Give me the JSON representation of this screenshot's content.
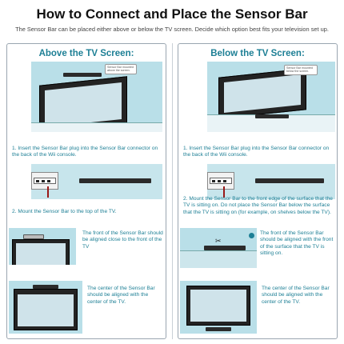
{
  "title": "How to Connect and Place the Sensor Bar",
  "intro": "The Sensor Bar can be placed either above or below the TV screen. Decide which option best fits your television set up.",
  "left_panel": {
    "heading": "Above the TV Screen:",
    "callout": "Sensor Bar mounted above the screen.",
    "step1": "1. Insert the Sensor Bar plug into the Sensor Bar connector on the back of the Wii console.",
    "step2": "2. Mount the Sensor Bar to the top of the TV.",
    "step3": "The front of the Sensor Bar should be aligned close to the front of the TV",
    "step4": "The center of the Sensor Bar should be aligned with the center of the TV."
  },
  "right_panel": {
    "heading": "Below the TV Screen:",
    "callout": "Sensor Bar mounted below the screen.",
    "step1": "1. Insert the Sensor Bar plug into the Sensor Bar connector on the back of the Wii console.",
    "step2": "2. Mount the Sensor Bar to the front edge of the surface that the TV is sitting on. Do not place the Sensor Bar below the surface that the TV is sitting on (for example, on shelves below the TV).",
    "step3": "The front of the Sensor Bar should be aligned with the front of the surface that the TV is sitting on.",
    "step4": "The center of the Sensor Bar should be aligned with the center of the TV."
  }
}
